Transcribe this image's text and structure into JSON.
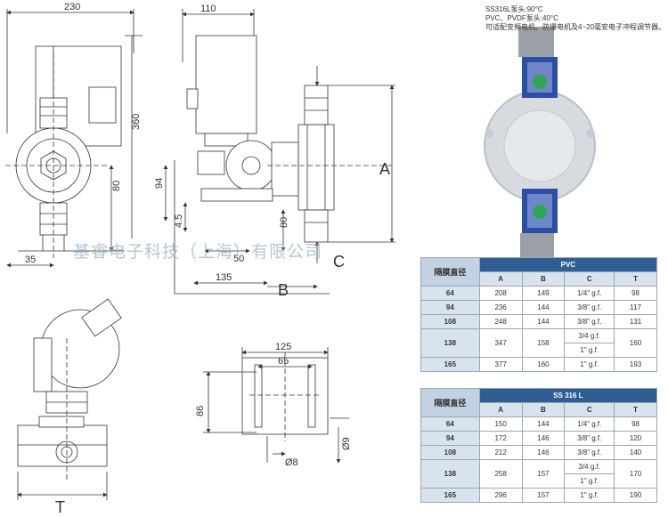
{
  "dims": {
    "front_width": "230",
    "front_height": "360",
    "front_bottom": "80",
    "front_left": "35",
    "side_top": "110",
    "side_94": "94",
    "side_45": "4.5",
    "side_50": "50",
    "side_80": "80",
    "side_135": "135",
    "letter_a": "A",
    "letter_b": "B",
    "letter_c": "C",
    "letter_t": "T",
    "base_125": "125",
    "base_65": "65",
    "base_86": "86",
    "base_d9": "Ø9",
    "base_d8": "Ø8"
  },
  "notes": [
    "SS316L泵头:90°C",
    "PVC、PVDF泵头:40°C",
    "可适配变频电机、防爆电机及4~20毫安电子冲程调节器。"
  ],
  "watermark": "基睿电子科技（上海）有限公司",
  "tables": [
    {
      "material": "PVC",
      "row_header": "隔膜直径",
      "columns": [
        "A",
        "B",
        "C",
        "T"
      ],
      "rows": [
        {
          "d": "64",
          "a": "208",
          "b": "149",
          "c": [
            "1/4\" g.f."
          ],
          "t": "98"
        },
        {
          "d": "94",
          "a": "236",
          "b": "144",
          "c": [
            "3/8\" g.f."
          ],
          "t": "117"
        },
        {
          "d": "108",
          "a": "248",
          "b": "144",
          "c": [
            "3/8\" g.f."
          ],
          "t": "131"
        },
        {
          "d": "138",
          "a": "347",
          "b": "158",
          "c": [
            "3/4 g.f.",
            "1\" g.f."
          ],
          "t": "160"
        },
        {
          "d": "165",
          "a": "377",
          "b": "160",
          "c": [
            "1\" g.f."
          ],
          "t": "193"
        }
      ]
    },
    {
      "material": "SS 316 L",
      "row_header": "隔膜直径",
      "columns": [
        "A",
        "B",
        "C",
        "T"
      ],
      "rows": [
        {
          "d": "64",
          "a": "150",
          "b": "144",
          "c": [
            "1/4\" g.f."
          ],
          "t": "98"
        },
        {
          "d": "94",
          "a": "172",
          "b": "146",
          "c": [
            "3/8\" g.f."
          ],
          "t": "120"
        },
        {
          "d": "108",
          "a": "212",
          "b": "146",
          "c": [
            "3/8\" g.f."
          ],
          "t": "140"
        },
        {
          "d": "138",
          "a": "258",
          "b": "157",
          "c": [
            "3/4 g.f.",
            "1\" g.f."
          ],
          "t": "170"
        },
        {
          "d": "165",
          "a": "296",
          "b": "157",
          "c": [
            "1\" g.f."
          ],
          "t": "190"
        }
      ]
    }
  ]
}
